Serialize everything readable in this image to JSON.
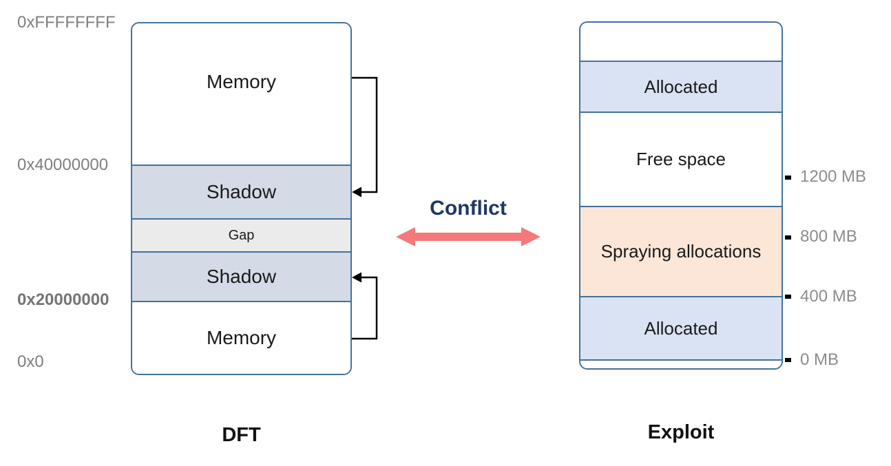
{
  "left_diagram": {
    "addresses": [
      {
        "label": "0xFFFFFFFF",
        "bold": false
      },
      {
        "label": "0x40000000",
        "bold": false
      },
      {
        "label": "0x20000000",
        "bold": true
      },
      {
        "label": "0x0",
        "bold": false
      }
    ],
    "sections": [
      {
        "label": "Memory"
      },
      {
        "label": "Shadow"
      },
      {
        "label": "Gap"
      },
      {
        "label": "Shadow"
      },
      {
        "label": "Memory"
      }
    ],
    "caption": "DFT"
  },
  "conflict": {
    "label": "Conflict"
  },
  "right_diagram": {
    "sections": [
      {
        "label": ""
      },
      {
        "label": "Allocated"
      },
      {
        "label": "Free space"
      },
      {
        "label": "Spraying allocations"
      },
      {
        "label": "Allocated"
      },
      {
        "label": ""
      }
    ],
    "scale_labels": [
      "1200 MB",
      "800 MB",
      "400 MB",
      "0 MB"
    ],
    "caption": "Exploit"
  },
  "colors": {
    "box_border": "#41719C",
    "shadow_fill": "#D4DBE6",
    "gap_fill": "#EBEBEB",
    "allocated_fill": "#DAE3F3",
    "spraying_fill": "#FBE6D8",
    "conflict_text": "#1F3864",
    "conflict_arrow": "#F5797B",
    "axis_label_gray": "#7F7F7F",
    "connector_black": "#000000"
  }
}
